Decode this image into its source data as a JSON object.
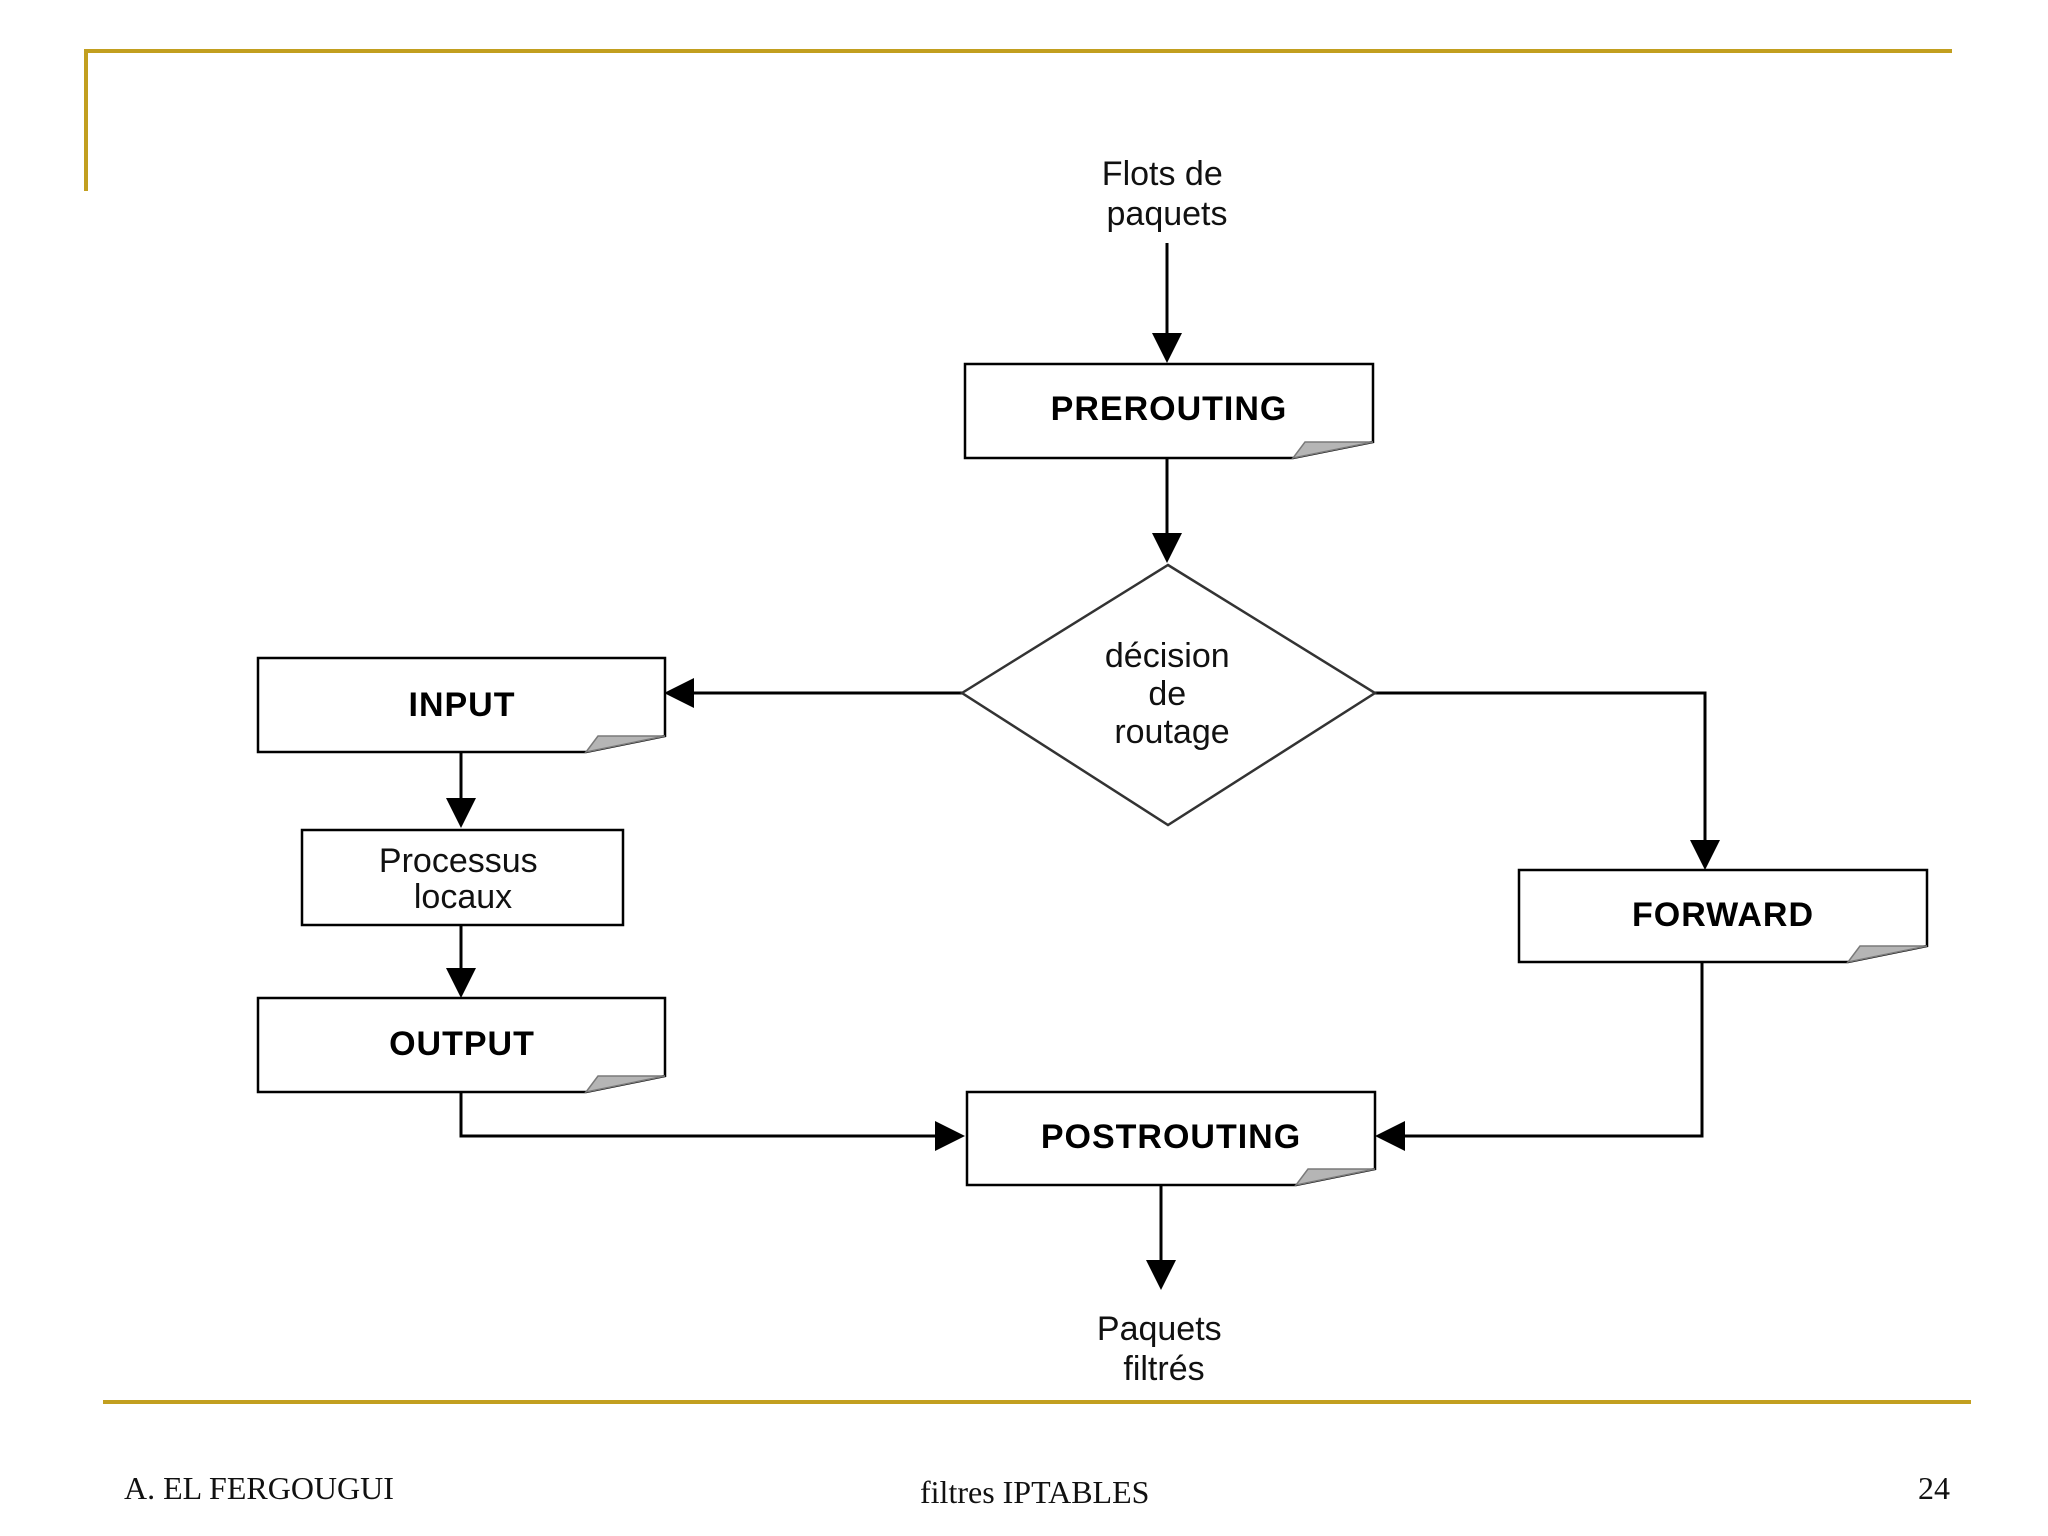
{
  "diagram": {
    "source_label": [
      "Flots de",
      "paquets"
    ],
    "decision_label": [
      "décision",
      "de",
      "routage"
    ],
    "local_process_label": [
      "Processus",
      "locaux"
    ],
    "sink_label": [
      "Paquets",
      "filtrés"
    ],
    "chains": {
      "prerouting": "PREROUTING",
      "input": "INPUT",
      "output": "OUTPUT",
      "forward": "FORWARD",
      "postrouting": "POSTROUTING"
    }
  },
  "footer": {
    "author": "A. EL FERGOUGUI",
    "title": "filtres IPTABLES",
    "page": "24"
  },
  "colors": {
    "accent": "#c29f1f",
    "fold": "#b5b5b5",
    "line": "#000000"
  }
}
